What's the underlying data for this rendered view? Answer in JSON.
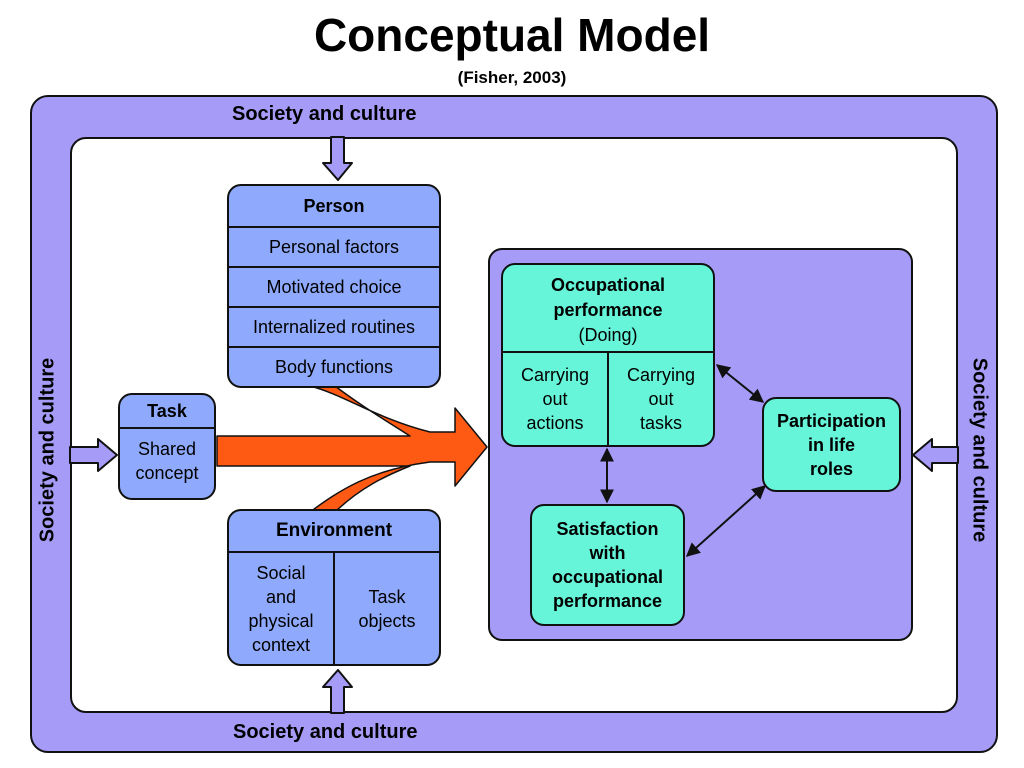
{
  "title": "Conceptual Model",
  "subtitle": "(Fisher, 2003)",
  "society_labels": {
    "top": "Society and culture",
    "bottom": "Society and culture",
    "left": "Society and culture",
    "right": "Society and culture"
  },
  "person": {
    "heading": "Person",
    "items": [
      "Personal factors",
      "Motivated choice",
      "Internalized routines",
      "Body functions"
    ]
  },
  "task": {
    "heading": "Task",
    "body": "Shared\nconcept"
  },
  "environment": {
    "heading": "Environment",
    "left": "Social\nand\nphysical\ncontext",
    "right": "Task\nobjects"
  },
  "occupational_performance": {
    "heading_line1": "Occupational",
    "heading_line2": "performance",
    "heading_line3": "(Doing)",
    "left": "Carrying\nout\nactions",
    "right": "Carrying\nout\ntasks"
  },
  "participation": "Participation\nin life\nroles",
  "satisfaction": "Satisfaction\nwith\noccupational\nperformance",
  "colors": {
    "outer_band": "#a69cf7",
    "person_env_task_fill": "#8faafc",
    "occupation_fill": "#66f5d9",
    "flow_arrow": "#ff5a14"
  }
}
